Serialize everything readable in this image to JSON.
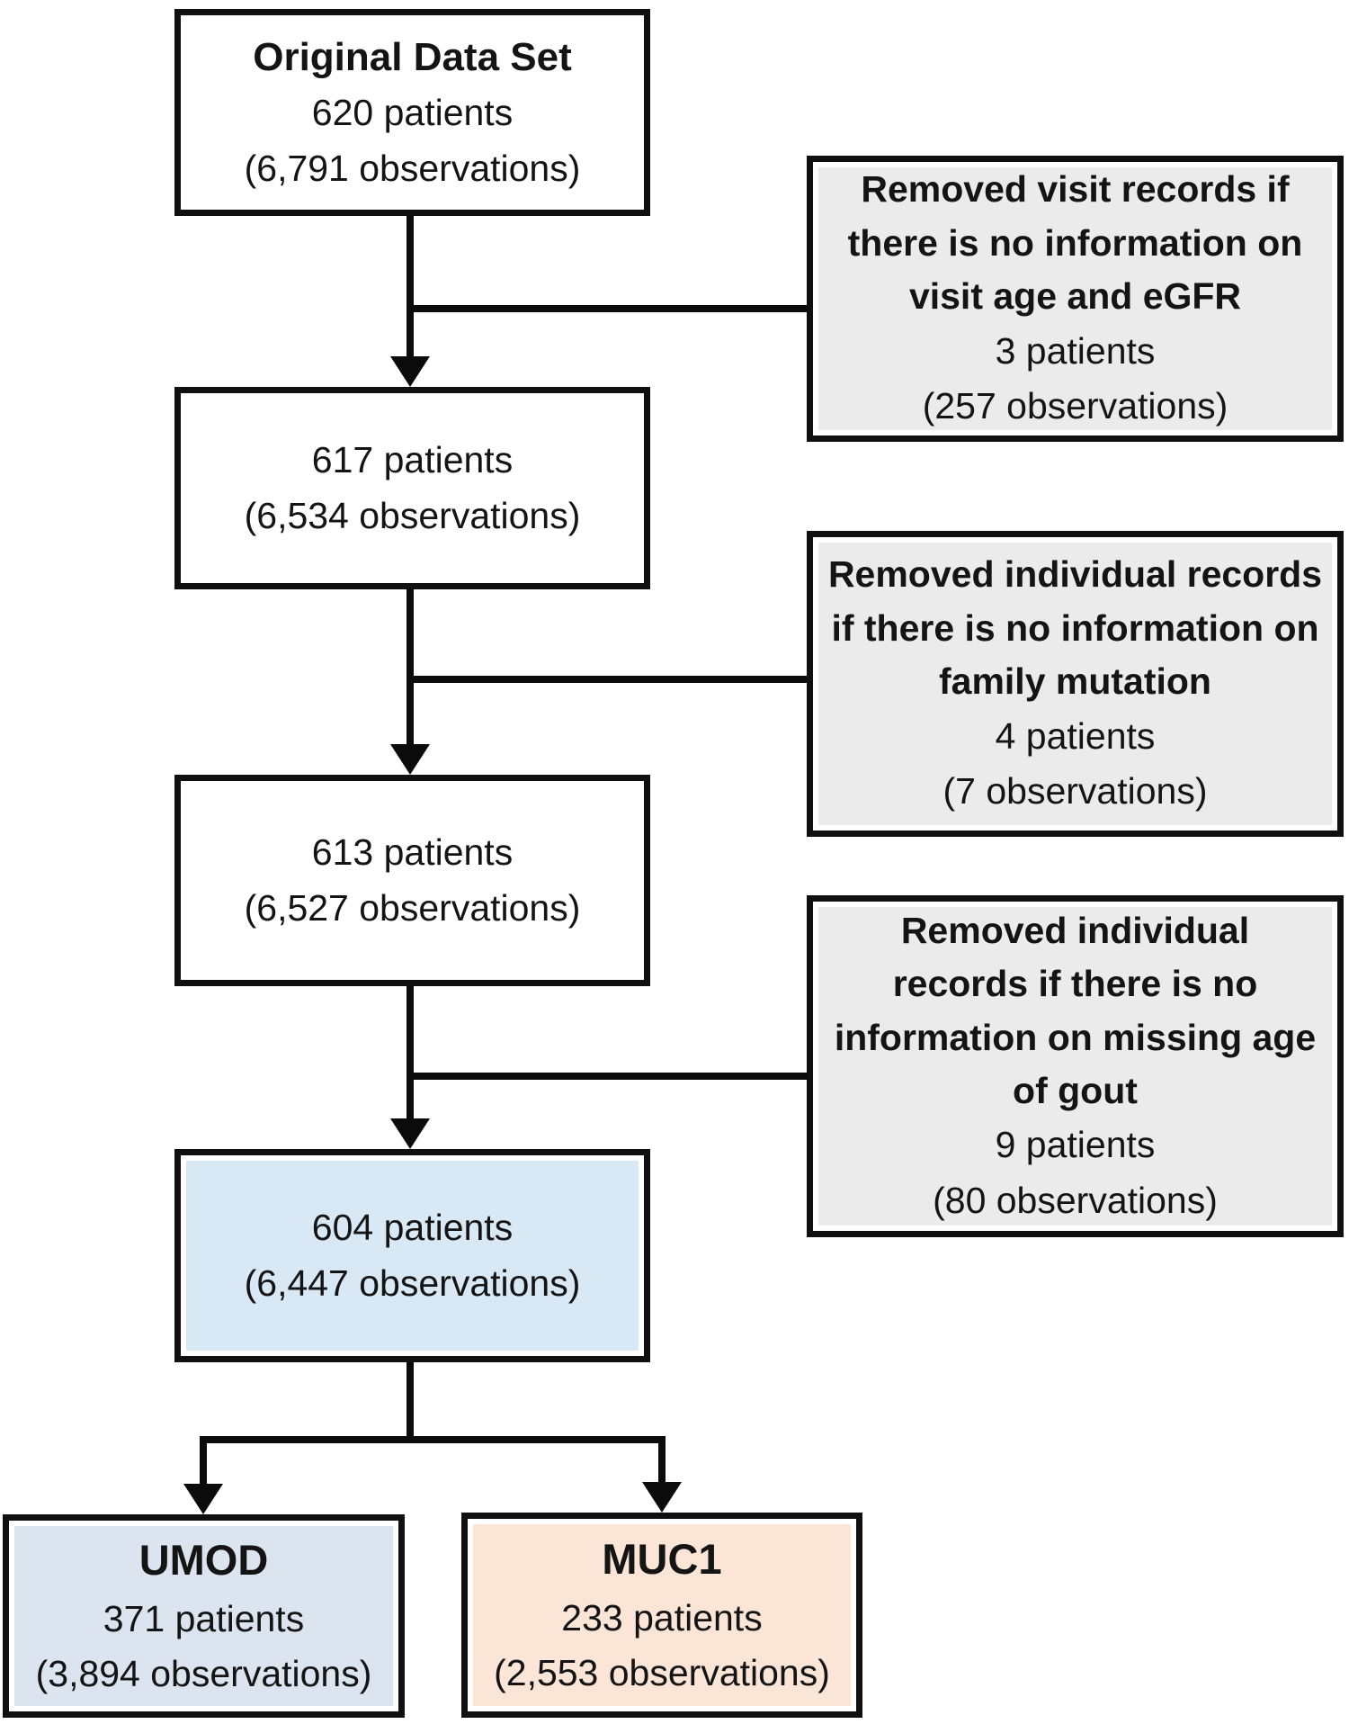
{
  "figure": {
    "main_flow": {
      "original": {
        "title": "Original Data Set",
        "patients": "620 patients",
        "observations": "(6,791 observations)"
      },
      "after_visit_filter": {
        "patients": "617 patients",
        "observations": "(6,534 observations)"
      },
      "after_mutation_filter": {
        "patients": "613 patients",
        "observations": "(6,527 observations)"
      },
      "final_analysis_set": {
        "patients": "604 patients",
        "observations": "(6,447 observations)"
      }
    },
    "exclusions": [
      {
        "reason": "Removed visit records if\nthere is no information on\nvisit age and eGFR",
        "patients": "3 patients",
        "observations": "(257 observations)"
      },
      {
        "reason": "Removed individual records\nif there is no information on\nfamily mutation",
        "patients": "4 patients",
        "observations": "(7 observations)"
      },
      {
        "reason": "Removed individual\nrecords if there is no\ninformation on missing age\nof gout",
        "patients": "9 patients",
        "observations": "(80 observations)"
      }
    ],
    "branches": [
      {
        "gene": "UMOD",
        "patients": "371 patients",
        "observations": "(3,894 observations)"
      },
      {
        "gene": "MUC1",
        "patients": "233 patients",
        "observations": "(2,553 observations)"
      }
    ],
    "colors": {
      "box_border": "#101010",
      "connector": "#0b0b0b",
      "exclusion_fill": "#ebebeb",
      "final_fill": "#d9e8f5",
      "umod_fill": "#dce4f0",
      "muc1_fill": "#fbe5d7"
    }
  }
}
